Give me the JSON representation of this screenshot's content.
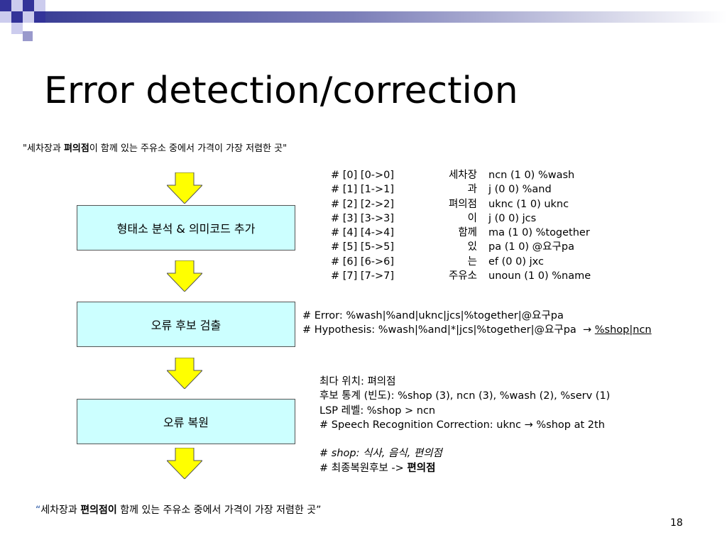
{
  "slide": {
    "title": "Error detection/correction",
    "page_number": "18"
  },
  "quote_top": {
    "prefix": "\"세차장과 ",
    "bold": "펴의점",
    "suffix": "이 함께 있는 주유소 중에서 가격이 가장 저렴한 곳\""
  },
  "quote_bottom": {
    "open_mark": "“",
    "prefix": "세차장과 ",
    "bold": "편의점이",
    "suffix": " 함께 있는 주유소 중에서 가격이 가장 저렴한 곳",
    "close_mark": "”"
  },
  "flow": {
    "boxes": [
      "형태소 분석 & 의미코드 추가",
      "오류 후보 검출",
      "오류 복원"
    ]
  },
  "tokens": [
    {
      "idx": "# [0] [0->0]",
      "word": "세차장",
      "tag": "ncn (1 0) %wash"
    },
    {
      "idx": "# [1] [1->1]",
      "word": "과",
      "tag": "j (0 0)      %and"
    },
    {
      "idx": "# [2] [2->2]",
      "word": "펴의점",
      "tag": "uknc (1 0) uknc"
    },
    {
      "idx": "# [3] [3->3]",
      "word": "이",
      "tag": "j (0 0)      jcs"
    },
    {
      "idx": "# [4] [4->4]",
      "word": "함께",
      "tag": "ma (1 0)  %together"
    },
    {
      "idx": "# [5] [5->5]",
      "word": "있",
      "tag": "pa (1 0)    @요구pa"
    },
    {
      "idx": "# [6] [6->6]",
      "word": "는",
      "tag": "ef (0 0)    jxc"
    },
    {
      "idx": "# [7] [7->7]",
      "word": "주유소",
      "tag": "unoun (1 0) %name"
    }
  ],
  "detection": {
    "error_line": "# Error: %wash|%and|uknc|jcs|%together|@요구pa",
    "hypothesis_line": "# Hypothesis: %wash|%and|*|jcs|%together|@요구pa",
    "arrow": "→",
    "correction": "%shop|ncn"
  },
  "info": {
    "line1": "최다  위치: 펴의점",
    "line2": "후보 통계 (빈도): %shop (3), ncn (3), %wash (2), %serv (1)",
    "line3": "LSP 레벨: %shop > ncn",
    "line4": "# Speech Recognition Correction: uknc → %shop at 2th",
    "line5": "# shop: 식사, 음식, 편의점",
    "line6_prefix": "# 최종복원후보 -> ",
    "line6_bold": "편의점"
  }
}
